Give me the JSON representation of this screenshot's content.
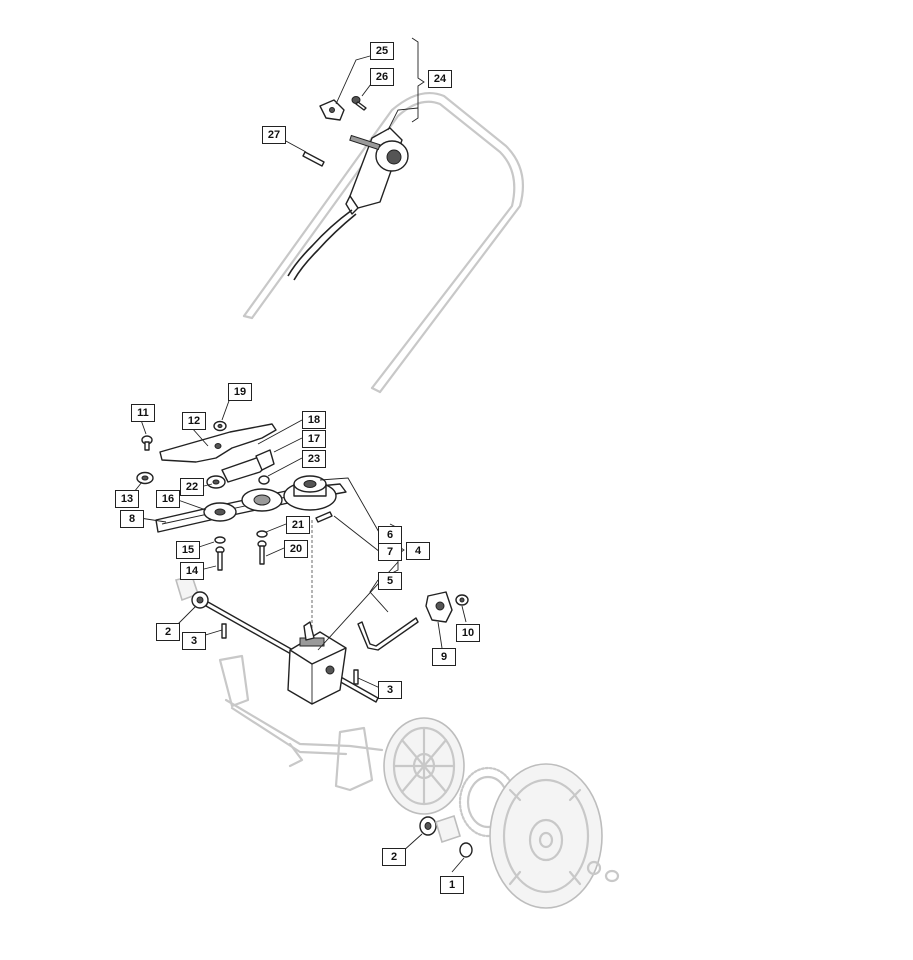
{
  "callouts": [
    {
      "id": "25",
      "label": "25"
    },
    {
      "id": "26",
      "label": "26"
    },
    {
      "id": "24",
      "label": "24"
    },
    {
      "id": "27",
      "label": "27"
    },
    {
      "id": "19",
      "label": "19"
    },
    {
      "id": "11",
      "label": "11"
    },
    {
      "id": "12",
      "label": "12"
    },
    {
      "id": "18",
      "label": "18"
    },
    {
      "id": "17",
      "label": "17"
    },
    {
      "id": "23",
      "label": "23"
    },
    {
      "id": "13",
      "label": "13"
    },
    {
      "id": "22",
      "label": "22"
    },
    {
      "id": "16",
      "label": "16"
    },
    {
      "id": "8",
      "label": "8"
    },
    {
      "id": "21",
      "label": "21"
    },
    {
      "id": "6",
      "label": "6"
    },
    {
      "id": "7",
      "label": "7"
    },
    {
      "id": "4",
      "label": "4"
    },
    {
      "id": "15",
      "label": "15"
    },
    {
      "id": "20",
      "label": "20"
    },
    {
      "id": "14",
      "label": "14"
    },
    {
      "id": "5",
      "label": "5"
    },
    {
      "id": "2a",
      "label": "2"
    },
    {
      "id": "3a",
      "label": "3"
    },
    {
      "id": "10",
      "label": "10"
    },
    {
      "id": "9",
      "label": "9"
    },
    {
      "id": "3b",
      "label": "3"
    },
    {
      "id": "2b",
      "label": "2"
    },
    {
      "id": "1",
      "label": "1"
    }
  ]
}
